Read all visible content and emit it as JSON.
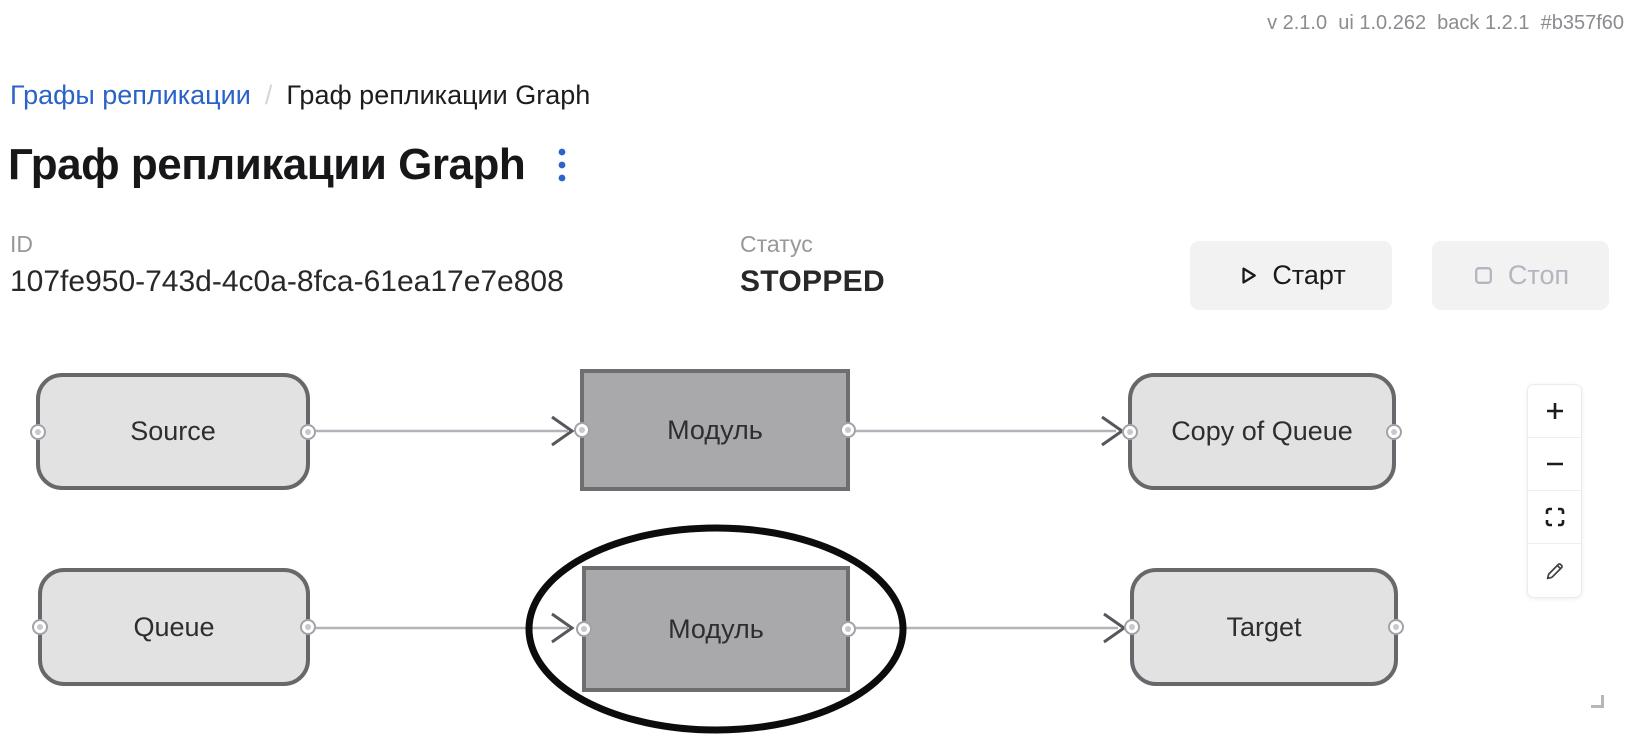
{
  "version_bar": {
    "text": "v 2.1.0  ui 1.0.262  back 1.2.1  #b357f60"
  },
  "breadcrumb": {
    "parent": "Графы репликации",
    "separator": "/",
    "current": "Граф репликации Graph"
  },
  "page": {
    "title": "Граф репликации Graph"
  },
  "meta": {
    "id_label": "ID",
    "id_value": "107fe950-743d-4c0a-8fca-61ea17e7e808",
    "status_label": "Статус",
    "status_value": "STOPPED"
  },
  "actions": {
    "start_label": "Старт",
    "stop_label": "Стоп",
    "stop_disabled": true
  },
  "graph": {
    "nodes": [
      {
        "id": "source",
        "label": "Source",
        "shape": "rounded"
      },
      {
        "id": "module-1",
        "label": "Модуль",
        "shape": "rect"
      },
      {
        "id": "copy-of-queue",
        "label": "Copy of Queue",
        "shape": "rounded"
      },
      {
        "id": "queue",
        "label": "Queue",
        "shape": "rounded"
      },
      {
        "id": "module-2",
        "label": "Модуль",
        "shape": "rect",
        "annotated": true
      },
      {
        "id": "target",
        "label": "Target",
        "shape": "rounded"
      }
    ],
    "edges": [
      {
        "from": "source",
        "to": "module-1"
      },
      {
        "from": "module-1",
        "to": "copy-of-queue"
      },
      {
        "from": "queue",
        "to": "module-2"
      },
      {
        "from": "module-2",
        "to": "target"
      }
    ],
    "annotation": {
      "type": "ellipse",
      "around": "module-2",
      "color": "#0c0c0c"
    },
    "controls": [
      {
        "name": "zoom-in",
        "icon": "plus"
      },
      {
        "name": "zoom-out",
        "icon": "minus"
      },
      {
        "name": "fit-view",
        "icon": "corner-brackets"
      },
      {
        "name": "edit",
        "icon": "pencil"
      }
    ]
  },
  "icons": {
    "kebab": "vertical-ellipsis",
    "start": "play-triangle-outline",
    "stop": "square-outline",
    "resize_corner": "bottom-right-bracket"
  },
  "colors": {
    "link_blue": "#2a62c6",
    "accent_blue": "#2e63cb",
    "text": "#1a1a1d",
    "muted_text": "#98989c",
    "disabled_text": "#b5b5bf",
    "button_bg": "#f2f2f3",
    "node_fill": "#e2e2e3",
    "module_fill": "#a9a9ab",
    "node_border": "#68686c",
    "edge": "#b3b3b9",
    "arrow": "#56565c",
    "annotation": "#0c0c0c"
  }
}
